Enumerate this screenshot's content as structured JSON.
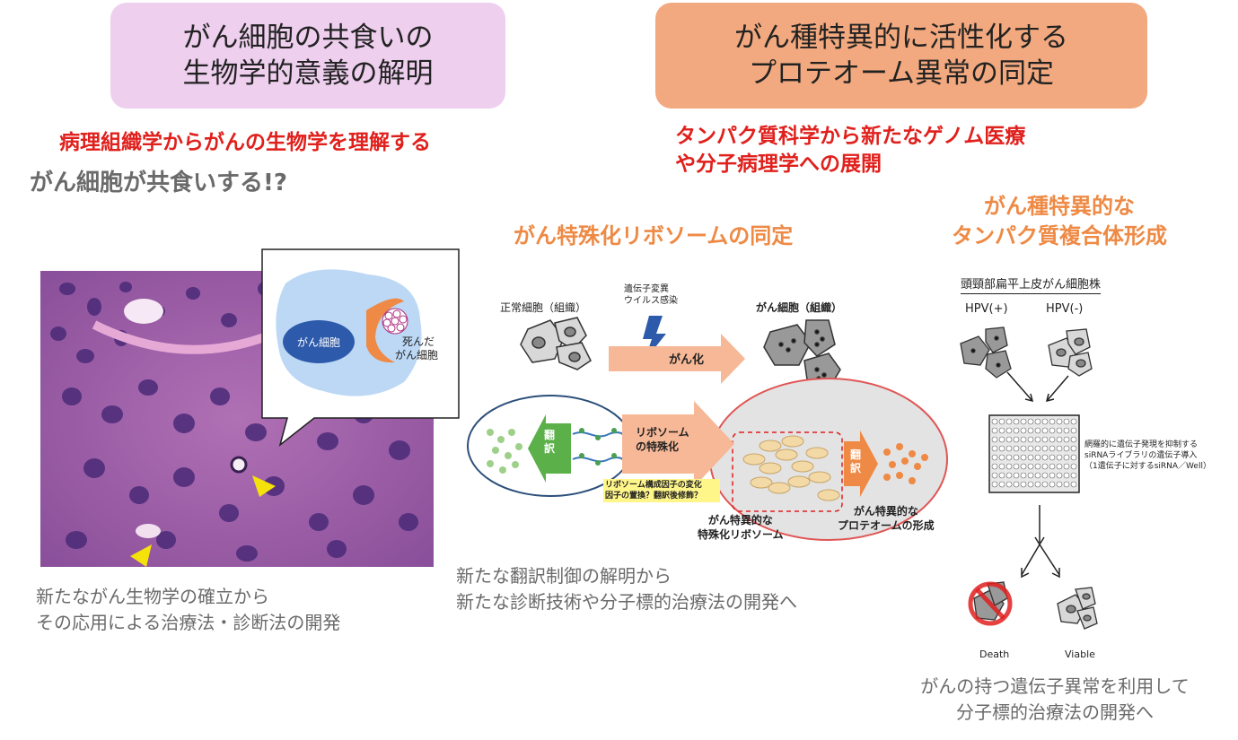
{
  "left": {
    "title": "がん細胞の共食いの\n生物学的意義の解明",
    "subtitle": "病理組織学からがんの生物学を理解する",
    "question": "がん細胞が共食いする!?",
    "callout_cancer_cell": "がん細胞",
    "callout_dead_line1": "死んだ",
    "callout_dead_line2": "がん細胞",
    "caption_line1": "新たながん生物学の確立から",
    "caption_line2": "その応用による治療法・診断法の開発"
  },
  "middle": {
    "heading": "がん特殊化リボソームの同定",
    "normal_cell_label": "正常細胞（組織）",
    "cause_line1": "遺伝子変異",
    "cause_line2": "ウイルス感染",
    "canceration_label": "がん化",
    "cancer_cell_label": "がん細胞（組織）",
    "translation_label_1": "翻",
    "translation_label_2": "訳",
    "ribosome_label_line1": "リボソーム",
    "ribosome_label_line2": "の特殊化",
    "change_line1": "リボソーム構成因子の変化",
    "change_line2": "因子の置換？翻訳後修飾？",
    "special_ribosome_line1": "がん特異的な",
    "special_ribosome_line2": "特殊化リボソーム",
    "proteome_line1": "がん特異的な",
    "proteome_line2": "プロテオームの形成",
    "caption_line1": "新たな翻訳制御の解明から",
    "caption_line2": "新たな診断技術や分子標的治療法の開発へ"
  },
  "right": {
    "title": "がん種特異的に活性化する\nプロテオーム異常の同定",
    "subtitle_line1": "タンパク質科学から新たなゲノム医療",
    "subtitle_line2": "や分子病理学への展開",
    "heading_line1": "がん種特異的な",
    "heading_line2": "タンパク質複合体形成",
    "cell_line_label": "頭頸部扁平上皮がん細胞株",
    "hpv_pos": "HPV(+)",
    "hpv_neg": "HPV(-)",
    "sirna_line1": "網羅的に遺伝子発現を抑制する",
    "sirna_line2": "siRNAライブラリの遺伝子導入",
    "sirna_line3": "（1遺伝子に対するsiRNA／Well）",
    "death_label": "Death",
    "viable_label": "Viable",
    "caption_line1": "がんの持つ遺伝子異常を利用して",
    "caption_line2": "分子標的治療法の開発へ"
  },
  "colors": {
    "pink_box": "#eecfee",
    "orange_box": "#f2a97f",
    "red_text": "#e0201c",
    "orange_text": "#ee8a45",
    "gray_text": "#6a6a6a"
  }
}
